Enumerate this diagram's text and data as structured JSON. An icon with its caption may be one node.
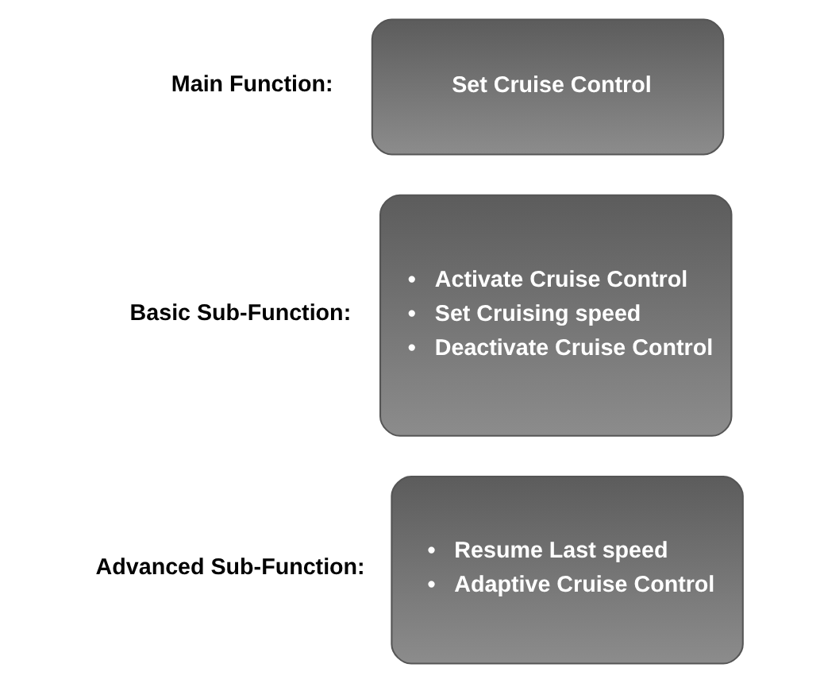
{
  "diagram": {
    "nodes": [
      {
        "text": [
          "Set Cruise Control"
        ],
        "beside": [
          "Main Function:"
        ]
      },
      {
        "text": [
          "•   Activate Cruise Control",
          "•   Set Cruising speed",
          "•   Deactivate Cruise Control"
        ],
        "beside": [
          "Basic Sub-Function:"
        ]
      },
      {
        "text": [
          "•   Resume Last speed",
          "•   Adaptive Cruise Control"
        ],
        "beside": [
          "Advanced Sub-Function:"
        ]
      }
    ]
  }
}
